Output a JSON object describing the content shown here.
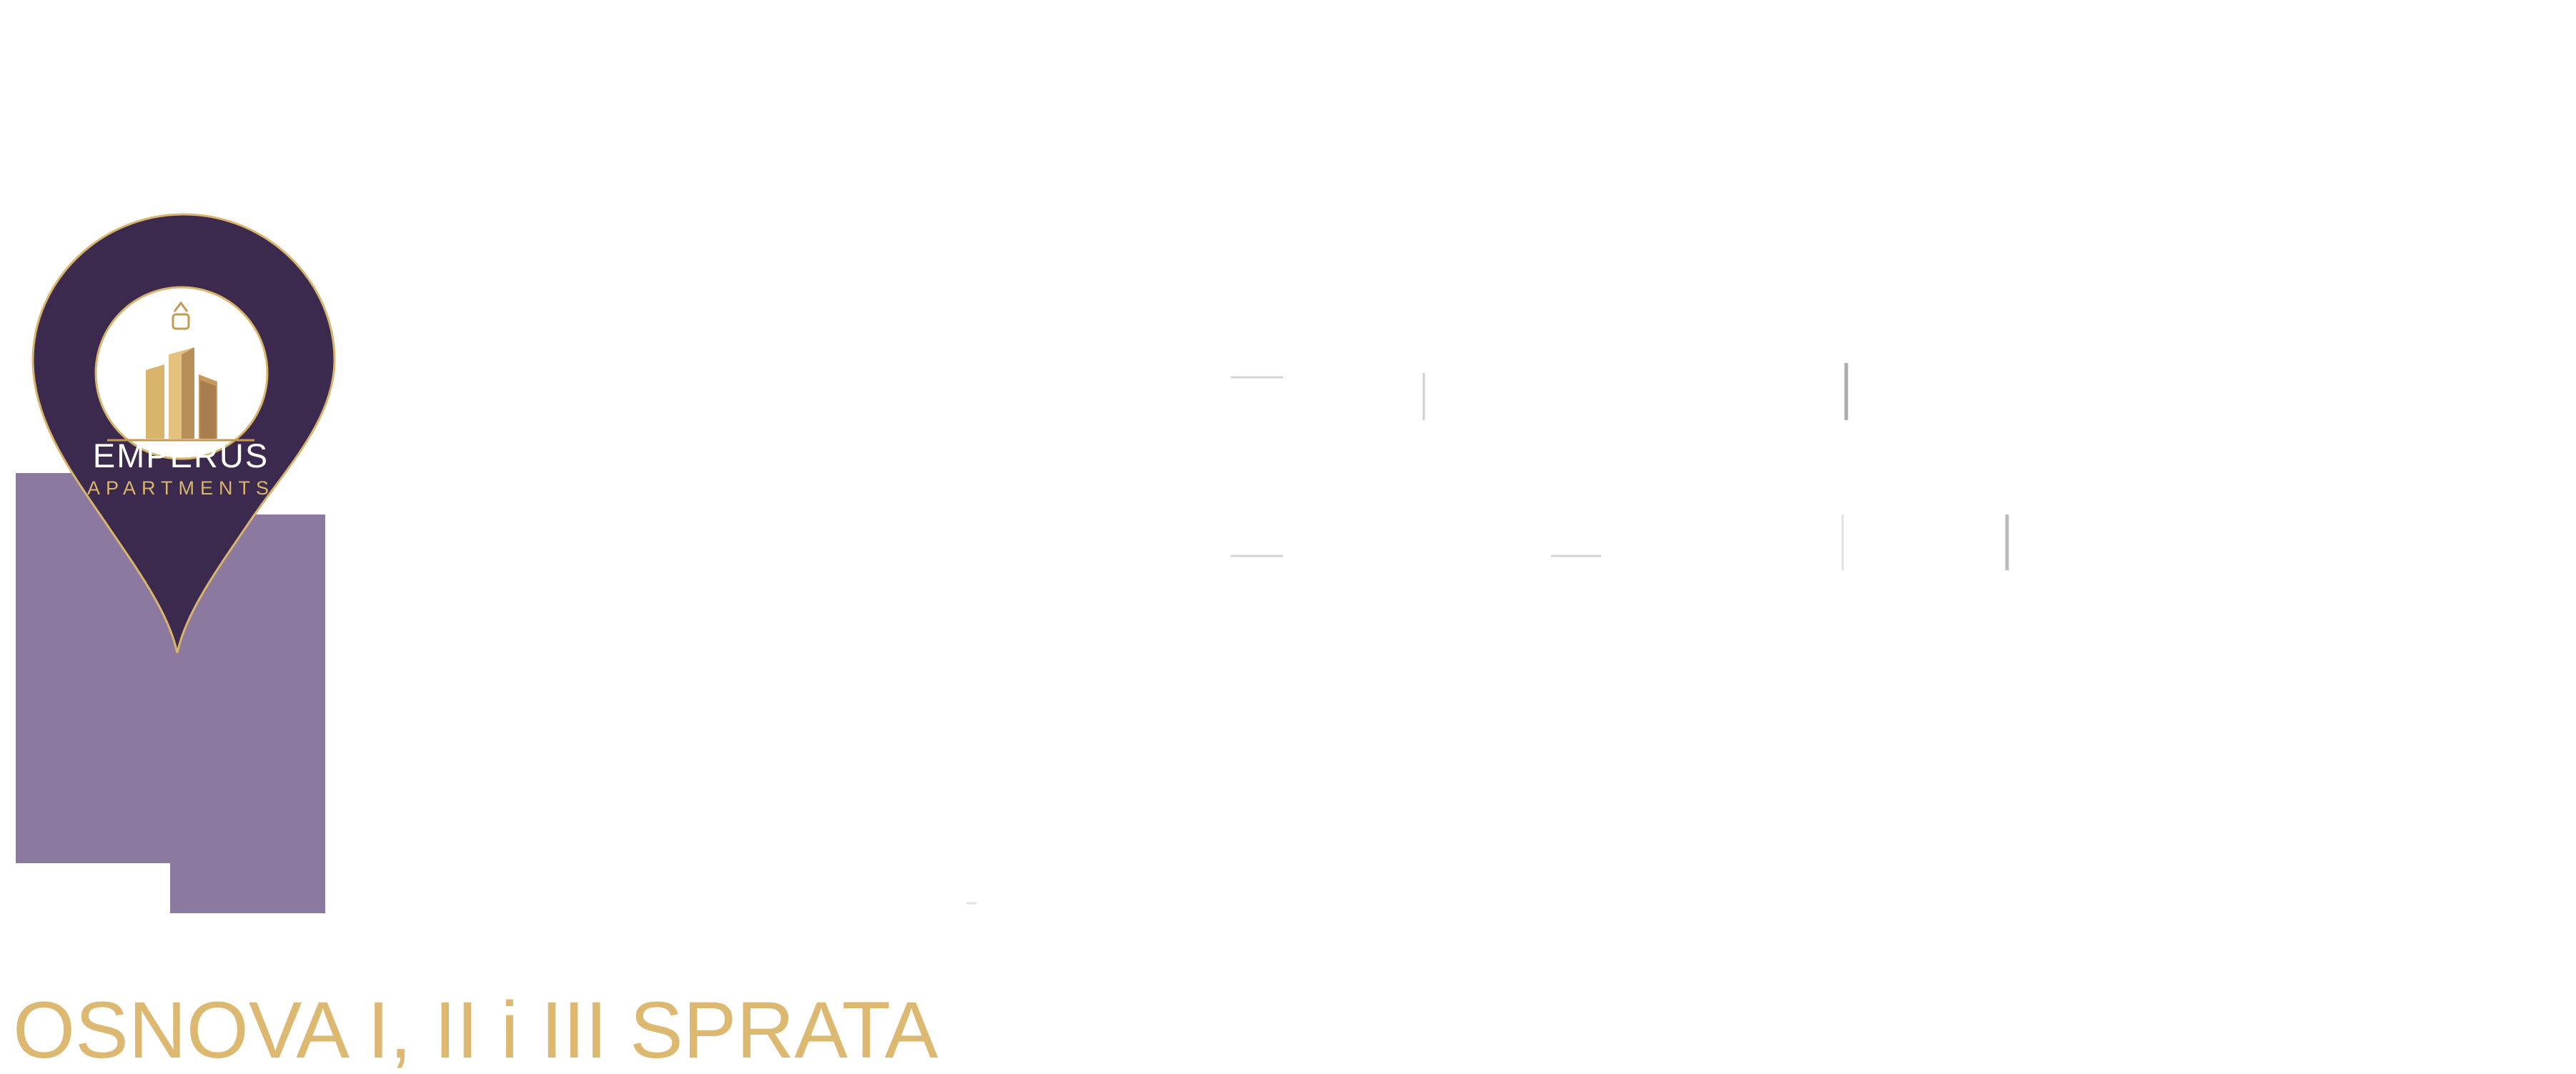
{
  "brand": {
    "name": "EMPERUS",
    "subtitle": "APARTMENTS",
    "pin_color": "#3b2a4e",
    "gold_color": "#d9b56c"
  },
  "plan": {
    "title": "OSNOVA I, II i III SPRATA",
    "title_color": "#ddb870",
    "highlight_color": "#8c79a0"
  },
  "icons": {
    "pin": "map-pin-icon",
    "building": "building-icon",
    "crown": "crown-icon"
  }
}
